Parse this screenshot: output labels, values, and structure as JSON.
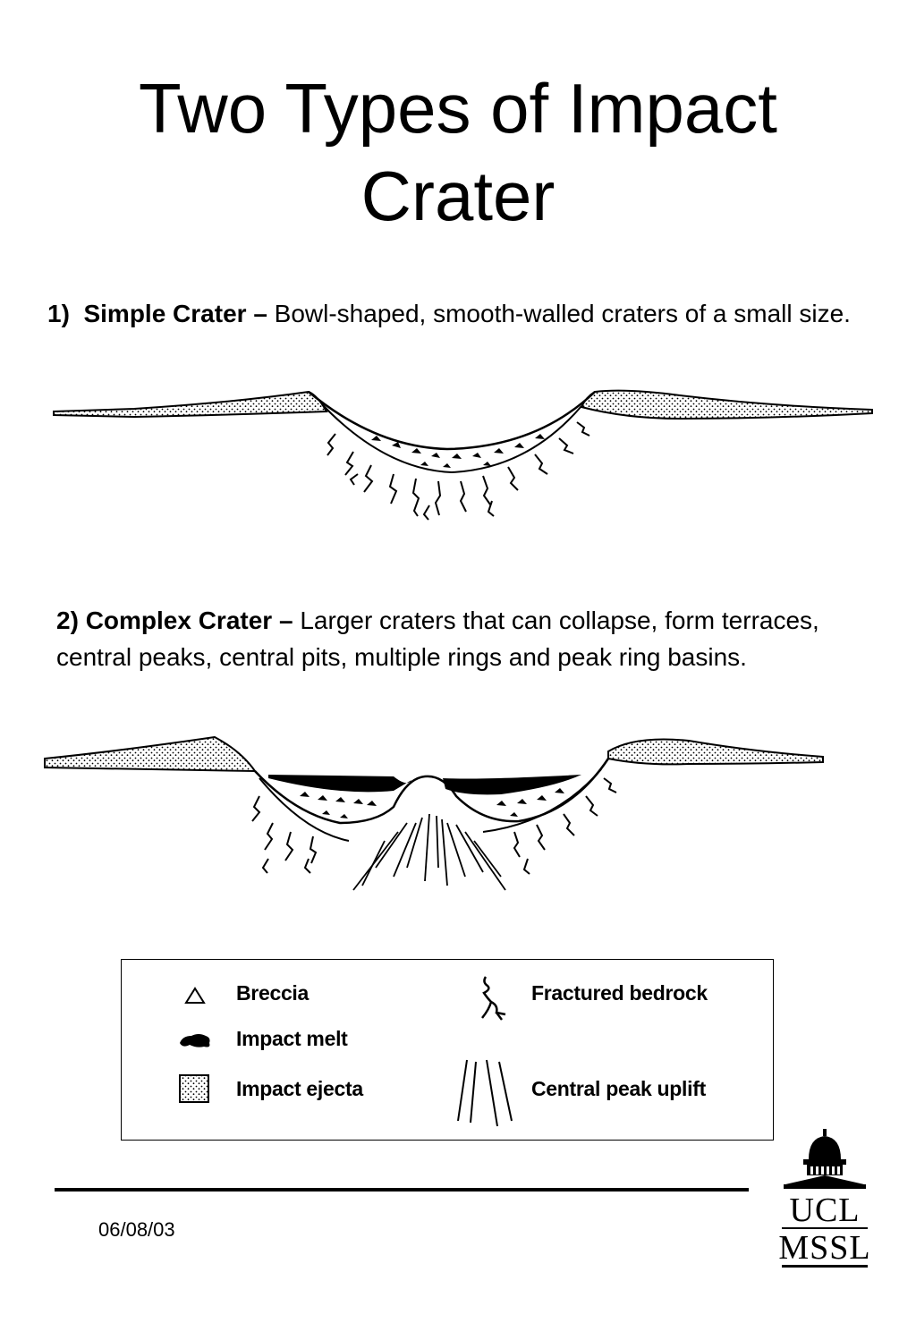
{
  "title_line1": "Two Types of Impact",
  "title_line2": "Crater",
  "simple": {
    "number": "1)",
    "heading": "Simple Crater –",
    "description": "Bowl-shaped, smooth-walled craters of a small size."
  },
  "complex": {
    "number": "2)",
    "heading": "Complex Crater –",
    "description": "Larger craters that can collapse, form terraces, central peaks, central pits, multiple rings and peak ring basins."
  },
  "legend": {
    "breccia": "Breccia",
    "impact_melt": "Impact melt",
    "impact_ejecta": "Impact ejecta",
    "fractured_bedrock": "Fractured bedrock",
    "central_peak_uplift": "Central peak uplift"
  },
  "footer": {
    "date": "06/08/03",
    "logo_line1": "UCL",
    "logo_line2": "MSSL"
  },
  "icons": [
    "triangle-icon",
    "melt-blob-icon",
    "stipple-square-icon",
    "fracture-icon",
    "uplift-lines-icon",
    "dome-building-icon"
  ]
}
